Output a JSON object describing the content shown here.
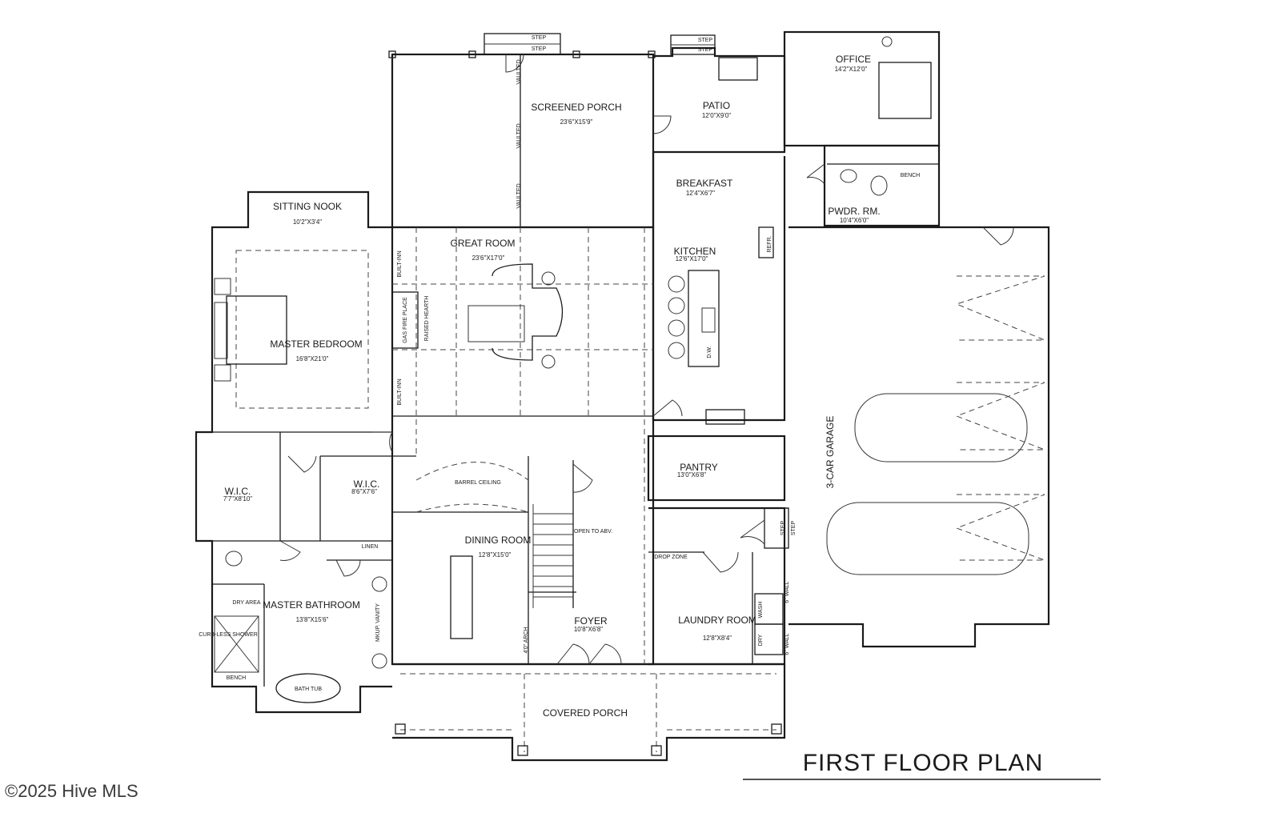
{
  "plan_title": "FIRST FLOOR PLAN",
  "watermark": "©2025 Hive MLS",
  "rooms": {
    "screened_porch": {
      "name": "SCREENED PORCH",
      "dims": "23'6\"X15'9\""
    },
    "patio": {
      "name": "PATIO",
      "dims": "12'0\"X9'0\""
    },
    "office": {
      "name": "OFFICE",
      "dims": "14'2\"X12'0\""
    },
    "breakfast": {
      "name": "BREAKFAST",
      "dims": "12'4\"X6'7\""
    },
    "pwdr_rm": {
      "name": "PWDR. RM.",
      "dims": "10'4\"X6'0\""
    },
    "sitting_nook": {
      "name": "SITTING NOOK",
      "dims": "10'2\"X3'4\""
    },
    "great_room": {
      "name": "GREAT ROOM",
      "dims": "23'6\"X17'0\""
    },
    "kitchen": {
      "name": "KITCHEN",
      "dims": "12'6\"X17'0\""
    },
    "master_bedroom": {
      "name": "MASTER BEDROOM",
      "dims": "16'8\"X21'0\""
    },
    "pantry": {
      "name": "PANTRY",
      "dims": "13'0\"X6'8\""
    },
    "garage": {
      "name": "3-CAR GARAGE"
    },
    "wic_1": {
      "name": "W.I.C.",
      "dims": "7'7\"X8'10\""
    },
    "wic_2": {
      "name": "W.I.C.",
      "dims": "8'6\"X7'6\""
    },
    "dining_room": {
      "name": "DINING ROOM",
      "dims": "12'8\"X15'0\""
    },
    "master_bathroom": {
      "name": "MASTER BATHROOM",
      "dims": "13'8\"X15'6\""
    },
    "foyer": {
      "name": "FOYER",
      "dims": "10'8\"X6'8\""
    },
    "laundry_room": {
      "name": "LAUNDRY ROOM",
      "dims": "12'8\"X8'4\""
    },
    "covered_porch": {
      "name": "COVERED PORCH"
    }
  },
  "notes": {
    "step": "STEP",
    "vaulted": "VAULTED",
    "built_inn": "BUILT-INN",
    "gas_fireplace": "GAS FIRE PLACE",
    "raised_hearth": "RAISED HEARTH",
    "refr": "REFR.",
    "dw": "D.W.",
    "bench": "BENCH",
    "barrel_ceiling": "BARREL CEILING",
    "open_to_abv": "OPEN TO ABV.",
    "linen": "LINEN",
    "drop_zone": "DROP ZONE",
    "wash": "WASH",
    "dry": "DRY",
    "dry_area": "DRY AREA",
    "curbless_shower": "CURB-LESS SHOWER",
    "mkup_vanity": "MKUP. VANITY",
    "bath_tub": "BATH TUB",
    "arch": "4'0\" ARCH",
    "wall": "6\" WALL"
  }
}
